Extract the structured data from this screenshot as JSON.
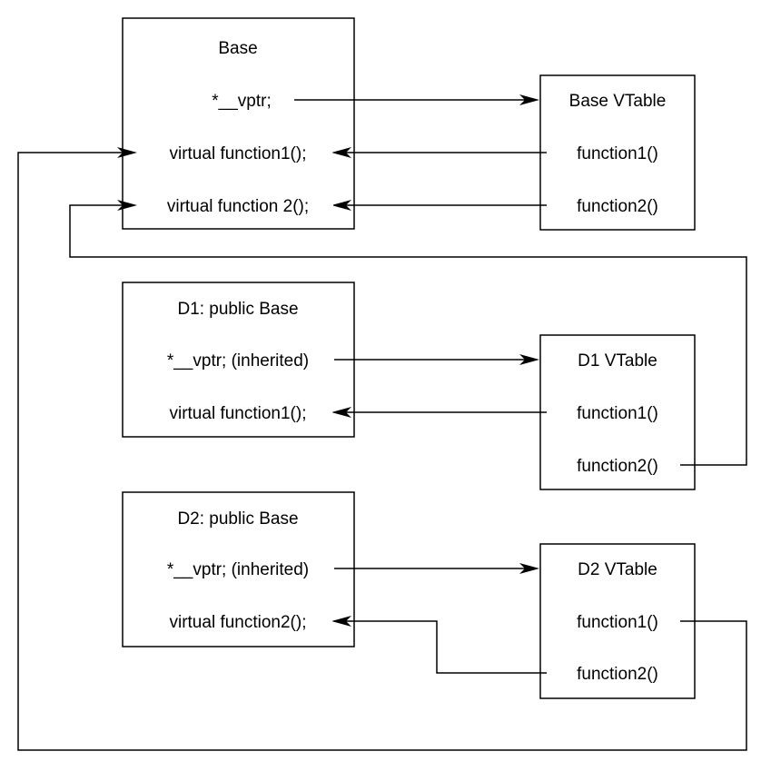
{
  "diagram": {
    "base": {
      "title": "Base",
      "vptr": "*__vptr;",
      "func1": "virtual function1();",
      "func2": "virtual function 2();"
    },
    "base_vtable": {
      "title": "Base VTable",
      "func1": "function1()",
      "func2": "function2()"
    },
    "d1": {
      "title": "D1: public Base",
      "vptr": "*__vptr; (inherited)",
      "func1": "virtual function1();"
    },
    "d1_vtable": {
      "title": "D1 VTable",
      "func1": "function1()",
      "func2": "function2()"
    },
    "d2": {
      "title": "D2: public Base",
      "vptr": "*__vptr; (inherited)",
      "func2": "virtual function2();"
    },
    "d2_vtable": {
      "title": "D2 VTable",
      "func1": "function1()",
      "func2": "function2()"
    },
    "colors": {
      "line": "#000000",
      "background": "#ffffff"
    }
  }
}
